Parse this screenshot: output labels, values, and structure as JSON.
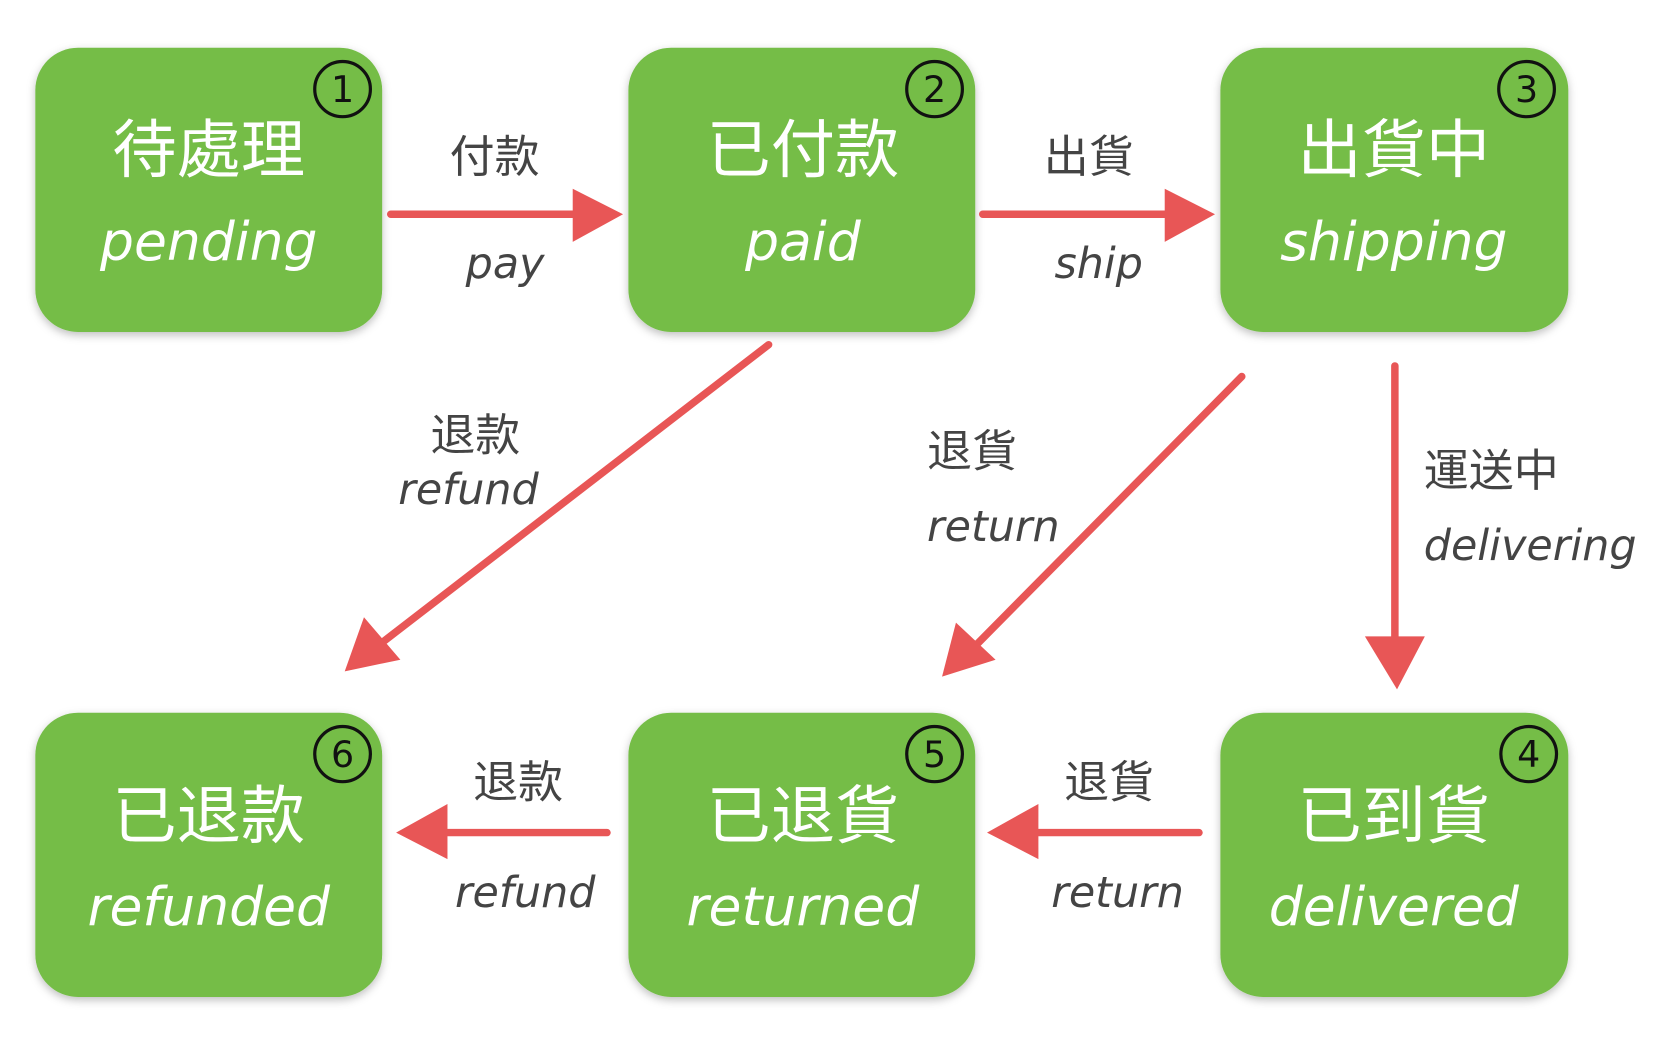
{
  "states": [
    {
      "num": "1",
      "zh": "待處理",
      "en": "pending"
    },
    {
      "num": "2",
      "zh": "已付款",
      "en": "paid"
    },
    {
      "num": "3",
      "zh": "出貨中",
      "en": "shipping"
    },
    {
      "num": "4",
      "zh": "已到貨",
      "en": "delivered"
    },
    {
      "num": "5",
      "zh": "已退貨",
      "en": "returned"
    },
    {
      "num": "6",
      "zh": "已退款",
      "en": "refunded"
    }
  ],
  "transitions": [
    {
      "zh": "付款",
      "en": "pay"
    },
    {
      "zh": "出貨",
      "en": "ship"
    },
    {
      "zh": "退款",
      "en": "refund"
    },
    {
      "zh": "退貨",
      "en": "return"
    },
    {
      "zh": "運送中",
      "en": "delivering"
    },
    {
      "zh": "退貨",
      "en": "return"
    },
    {
      "zh": "退款",
      "en": "refund"
    }
  ],
  "colors": {
    "box": "#74bd47",
    "arrow": "#e85656"
  }
}
